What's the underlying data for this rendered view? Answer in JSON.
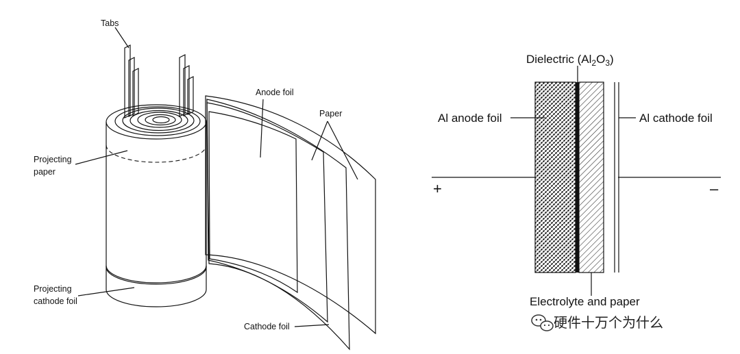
{
  "left_diagram": {
    "labels": {
      "tabs": "Tabs",
      "projecting_paper_line1": "Projecting",
      "projecting_paper_line2": "paper",
      "anode_foil": "Anode foil",
      "paper": "Paper",
      "projecting_cathode_line1": "Projecting",
      "projecting_cathode_line2": "cathode foil",
      "cathode_foil": "Cathode foil"
    }
  },
  "right_diagram": {
    "labels": {
      "dielectric_prefix": "Dielectric (Al",
      "dielectric_sub1": "2",
      "dielectric_mid": "O",
      "dielectric_sub2": "3",
      "dielectric_suffix": ")",
      "al_anode_foil": "Al anode foil",
      "al_cathode_foil": "Al cathode foil",
      "plus": "+",
      "minus": "–",
      "electrolyte": "Electrolyte and paper"
    }
  },
  "watermark": {
    "text": "硬件十万个为什么",
    "icon": "wechat-icon"
  },
  "colors": {
    "ink": "#111111",
    "background": "#ffffff"
  }
}
